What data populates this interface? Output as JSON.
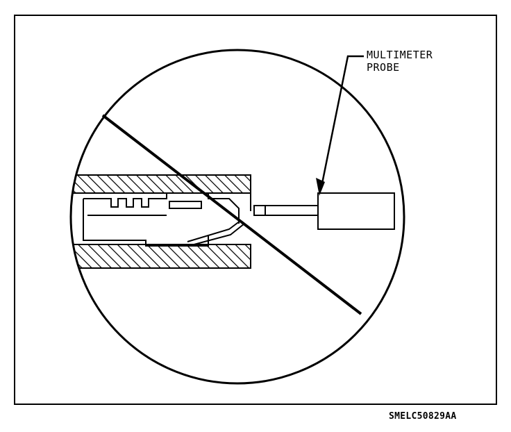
{
  "callout": {
    "line1": "MULTIMETER",
    "line2": "PROBE"
  },
  "figure_id": "SMELC50829AA"
}
